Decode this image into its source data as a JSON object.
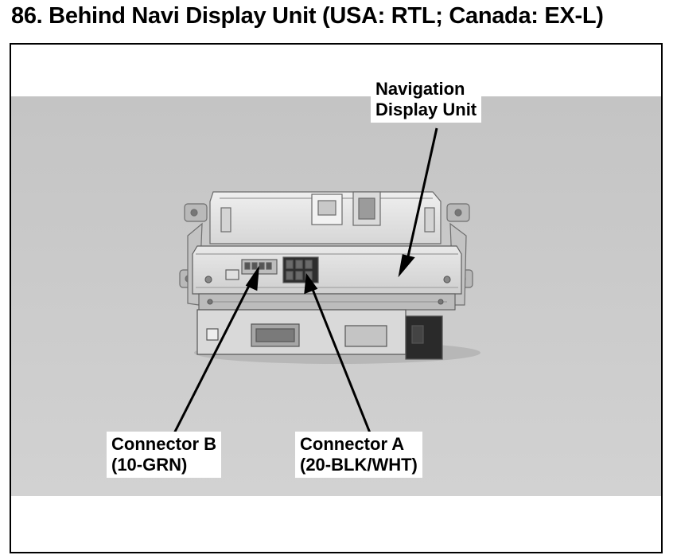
{
  "title": "86. Behind Navi Display Unit (USA: RTL; Canada: EX-L)",
  "callouts": {
    "navigation_display_unit": [
      "Navigation",
      "Display Unit"
    ],
    "connector_b": [
      "Connector B",
      "(10-GRN)"
    ],
    "connector_a": [
      "Connector A",
      "(20-BLK/WHT)"
    ]
  },
  "colors": {
    "photo_background": "#c9c9c9",
    "unit_metal": "#e4e4e4",
    "unit_shadow": "#8a8a8a",
    "leader_line": "#000000",
    "frame_border": "#000000"
  }
}
